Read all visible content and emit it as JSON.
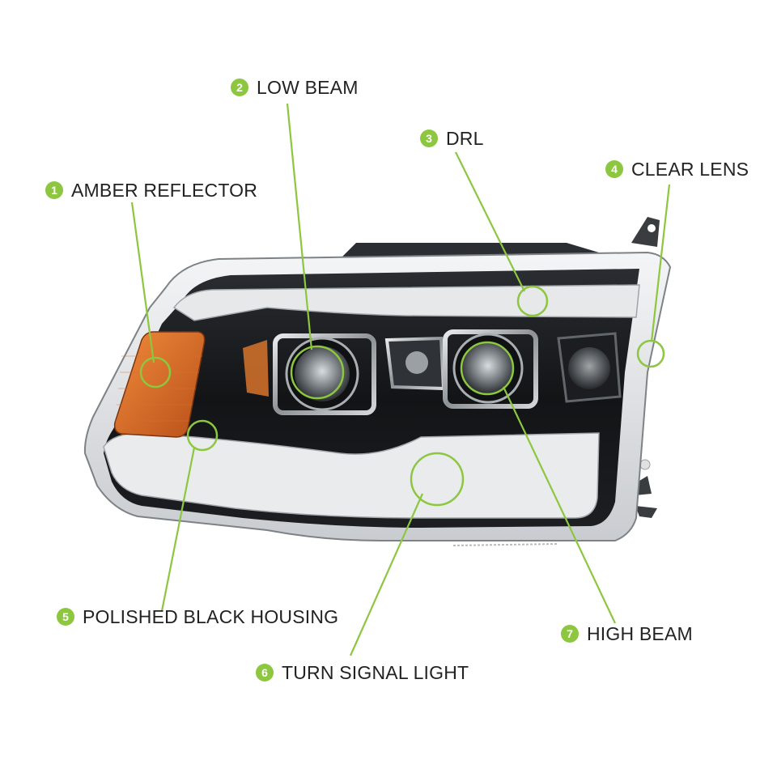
{
  "accent_color": "#8dc63f",
  "callouts": [
    {
      "number": "1",
      "text": "AMBER REFLECTOR"
    },
    {
      "number": "2",
      "text": "LOW BEAM"
    },
    {
      "number": "3",
      "text": "DRL"
    },
    {
      "number": "4",
      "text": "CLEAR LENS"
    },
    {
      "number": "5",
      "text": "POLISHED BLACK HOUSING"
    },
    {
      "number": "6",
      "text": "TURN SIGNAL LIGHT"
    },
    {
      "number": "7",
      "text": "HIGH BEAM"
    }
  ]
}
